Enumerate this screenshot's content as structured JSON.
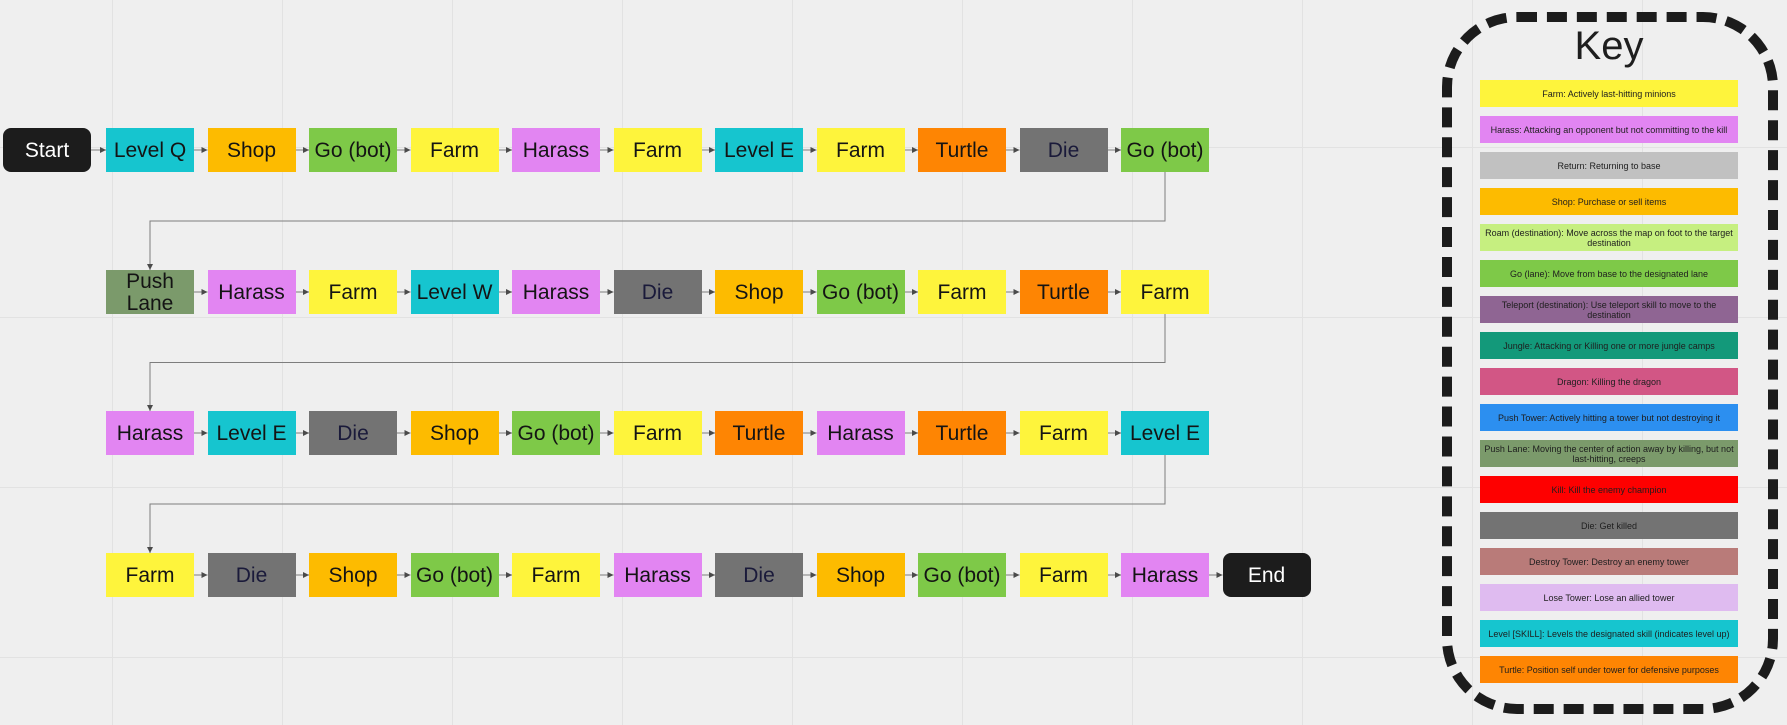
{
  "colors": {
    "terminal": "#1c1c1c",
    "level": "#16c5cf",
    "shop": "#fdbb00",
    "go": "#7ec948",
    "farm": "#fef43c",
    "harass": "#e285f2",
    "turtle": "#fe8503",
    "die": "#737373",
    "push_lane": "#7b9a6b",
    "connector": "#7d7d7d"
  },
  "rows": [
    [
      {
        "label": "Start",
        "kind": "terminal"
      },
      {
        "label": "Level Q",
        "kind": "level"
      },
      {
        "label": "Shop",
        "kind": "shop"
      },
      {
        "label": "Go (bot)",
        "kind": "go"
      },
      {
        "label": "Farm",
        "kind": "farm"
      },
      {
        "label": "Harass",
        "kind": "harass"
      },
      {
        "label": "Farm",
        "kind": "farm"
      },
      {
        "label": "Level E",
        "kind": "level"
      },
      {
        "label": "Farm",
        "kind": "farm"
      },
      {
        "label": "Turtle",
        "kind": "turtle"
      },
      {
        "label": "Die",
        "kind": "die"
      },
      {
        "label": "Go (bot)",
        "kind": "go"
      }
    ],
    [
      {
        "label": "Push Lane",
        "kind": "push_lane"
      },
      {
        "label": "Harass",
        "kind": "harass"
      },
      {
        "label": "Farm",
        "kind": "farm"
      },
      {
        "label": "Level W",
        "kind": "level"
      },
      {
        "label": "Harass",
        "kind": "harass"
      },
      {
        "label": "Die",
        "kind": "die"
      },
      {
        "label": "Shop",
        "kind": "shop"
      },
      {
        "label": "Go (bot)",
        "kind": "go"
      },
      {
        "label": "Farm",
        "kind": "farm"
      },
      {
        "label": "Turtle",
        "kind": "turtle"
      },
      {
        "label": "Farm",
        "kind": "farm"
      }
    ],
    [
      {
        "label": "Harass",
        "kind": "harass"
      },
      {
        "label": "Level E",
        "kind": "level"
      },
      {
        "label": "Die",
        "kind": "die"
      },
      {
        "label": "Shop",
        "kind": "shop"
      },
      {
        "label": "Go (bot)",
        "kind": "go"
      },
      {
        "label": "Farm",
        "kind": "farm"
      },
      {
        "label": "Turtle",
        "kind": "turtle"
      },
      {
        "label": "Harass",
        "kind": "harass"
      },
      {
        "label": "Turtle",
        "kind": "turtle"
      },
      {
        "label": "Farm",
        "kind": "farm"
      },
      {
        "label": "Level E",
        "kind": "level"
      }
    ],
    [
      {
        "label": "Farm",
        "kind": "farm"
      },
      {
        "label": "Die",
        "kind": "die"
      },
      {
        "label": "Shop",
        "kind": "shop"
      },
      {
        "label": "Go (bot)",
        "kind": "go"
      },
      {
        "label": "Farm",
        "kind": "farm"
      },
      {
        "label": "Harass",
        "kind": "harass"
      },
      {
        "label": "Die",
        "kind": "die"
      },
      {
        "label": "Shop",
        "kind": "shop"
      },
      {
        "label": "Go (bot)",
        "kind": "go"
      },
      {
        "label": "Farm",
        "kind": "farm"
      },
      {
        "label": "Harass",
        "kind": "harass"
      },
      {
        "label": "End",
        "kind": "terminal"
      }
    ]
  ],
  "legend": {
    "title": "Key",
    "items": [
      {
        "text": "Farm: Actively last-hitting minions",
        "color": "#fef43c"
      },
      {
        "text": "Harass: Attacking an opponent but not committing to the kill",
        "color": "#e285f2"
      },
      {
        "text": "Return: Returning to base",
        "color": "#c1c1c1"
      },
      {
        "text": "Shop: Purchase or sell items",
        "color": "#fdbb00"
      },
      {
        "text": "Roam (destination): Move across the map on foot to the target destination",
        "color": "#c6ef80"
      },
      {
        "text": "Go (lane): Move from base to the designated lane",
        "color": "#7ec948"
      },
      {
        "text": "Teleport (destination): Use teleport skill to move to the destination",
        "color": "#8f6593"
      },
      {
        "text": "Jungle: Attacking or Killing one or more jungle camps",
        "color": "#13997a"
      },
      {
        "text": "Dragon: Killing the dragon",
        "color": "#d25685"
      },
      {
        "text": "Push Tower: Actively hitting a tower but not destroying it",
        "color": "#2c8ff0"
      },
      {
        "text": "Push Lane: Moving the center of action away by killing, but not last-hitting, creeps",
        "color": "#7b9a6b"
      },
      {
        "text": "Kill: Kill the enemy champion",
        "color": "#fe0000"
      },
      {
        "text": "Die: Get killed",
        "color": "#737373"
      },
      {
        "text": "Destroy Tower: Destroy an enemy tower",
        "color": "#b97b79"
      },
      {
        "text": "Lose Tower: Lose an allied tower",
        "color": "#dfbbf0"
      },
      {
        "text": "Level [SKILL]: Levels the designated skill (indicates level up)",
        "color": "#16c5cf"
      },
      {
        "text": "Turtle: Position self under tower for defensive purposes",
        "color": "#fe8503"
      }
    ]
  }
}
